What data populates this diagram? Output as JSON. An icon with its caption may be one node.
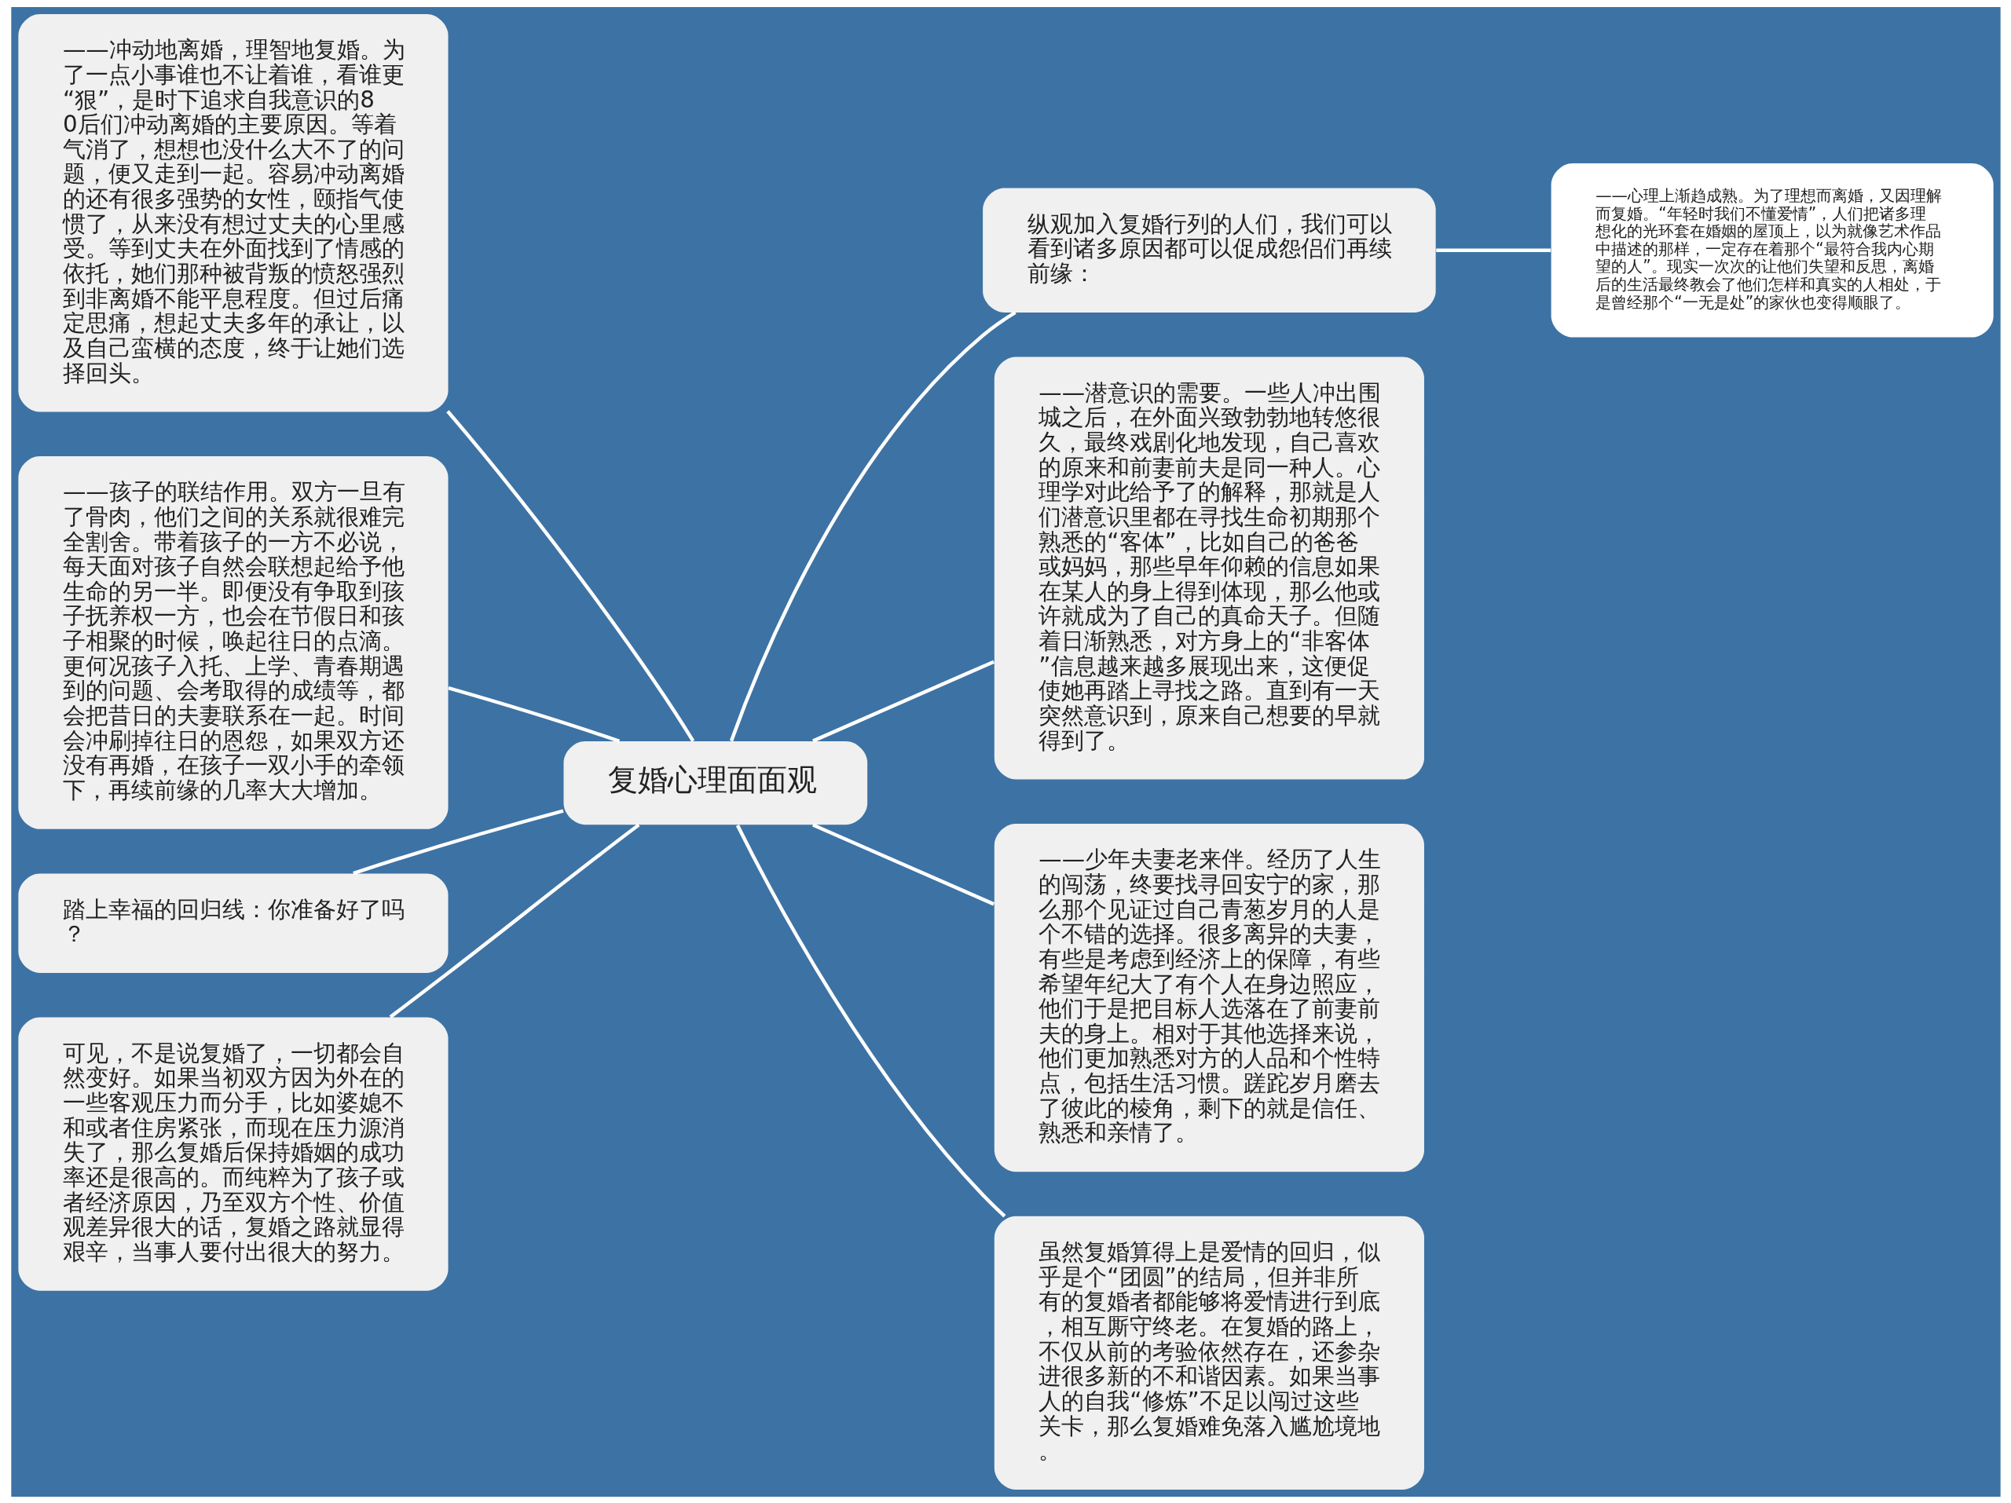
{
  "diagram": {
    "nodes": [
      {
        "text": [
          "复婚心理面面观"
        ]
      },
      {
        "text": [
          "——冲动地离婚，理智地复婚。为了一点小事谁也不让着谁，看谁更“狠”，是时下追求自我意识的80后们冲动离婚的主要原因。等着气消了，想想也没什么大不了的问题，便又走到一起。容易冲动离婚的还有很多强势的女性，颐指气使惯了，从来没有想过丈夫的心里感受。等到丈夫在外面找到了情感的依托，她们那种被背叛的愤怒强烈到非离婚不能平息程度。但过后痛定思痛，想起丈夫多年的承让，以及自己蛮横的态度，终于让她们选择回头。"
        ]
      },
      {
        "text": [
          "——孩子的联结作用。双方一旦有了骨肉，他们之间的关系就很难完全割舍。带着孩子的一方不必说，每天面对孩子自然会联想起给予他生命的另一半。即便没有争取到孩子抚养权一方，也会在节假日和孩子相聚的时候，唤起往日的点滴。更何况孩子入托、上学、青春期遇到的问题、会考取得的成绩等，都会把昔日的夫妻联系在一起。时间会冲刷掉往日的恩怨，如果双方还没有再婚，在孩子一双小手的牵领下，再续前缘的几率大大增加。"
        ]
      },
      {
        "text": [
          "踏上幸福的回归线：你准备好了吗？"
        ]
      },
      {
        "text": [
          "可见，不是说复婚了，一切都会自然变好。如果当初双方因为外在的一些客观压力而分手，比如婆媳不和或者住房紧张，而现在压力源消失了，那么复婚后保持婚姻的成功率还是很高的。而纯粹为了孩子或者经济原因，乃至双方个性、价值观差异很大的话，复婚之路就显得艰辛，当事人要付出很大的努力。"
        ]
      },
      {
        "text": [
          "纵观加入复婚行列的人们，我们可以看到诸多原因都可以促成怨侣们再续前缘："
        ]
      },
      {
        "text": [
          "——心理上渐趋成熟。为了理想而离婚，又因理解而复婚。“年轻时我们不懂爱情”，人们把诸多理想化的光环套在婚姻的屋顶上，以为就像艺术作品中描述的那样，一定存在着那个“最符合我内心期望的人”。现实一次次的让他们失望和反思，离婚后的生活最终教会了他们怎样和真实的人相处，于是曾经那个“一无是处”的家伙也变得顺眼了。"
        ]
      },
      {
        "text": [
          "——潜意识的需要。一些人冲出围城之后，在外面兴致勃勃地转悠很久，最终戏剧化地发现，自己喜欢的原来和前妻前夫是同一种人。心理学对此给予了的解释，那就是人们潜意识里都在寻找生命初期那个熟悉的“客体”，比如自己的爸爸或妈妈，那些早年仰赖的信息如果在某人的身上得到体现，那么他或许就成为了自己的真命天子。但随着日渐熟悉，对方身上的“非客体”信息越来越多展现出来，这便促使她再踏上寻找之路。直到有一天突然意识到，原来自己想要的早就得到了。"
        ]
      },
      {
        "text": [
          "——少年夫妻老来伴。经历了人生的闯荡，终要找寻回安宁的家，那么那个见证过自己青葱岁月的人是个不错的选择。很多离异的夫妻，有些是考虑到经济上的保障，有些希望年纪大了有个人在身边照应，他们于是把目标人选落在了前妻前夫的身上。相对于其他选择来说，他们更加熟悉对方的人品和个性特点，包括生活习惯。蹉跎岁月磨去了彼此的棱角，剩下的就是信任、熟悉和亲情了。"
        ]
      },
      {
        "text": [
          "虽然复婚算得上是爱情的回归，似乎是个“团圆”的结局，但并非所有的复婚者都能够将爱情进行到底，相互厮守终老。在复婚的路上，不仅从前的考验依然存在，还参杂进很多新的不和谐因素。如果当事人的自我“修炼”不足以闯过这些关卡，那么复婚难免落入尴尬境地。"
        ]
      }
    ],
    "edges": [
      {
        "from": 0,
        "to": 1,
        "arrow": "none"
      },
      {
        "from": 0,
        "to": 2,
        "arrow": "none"
      },
      {
        "from": 0,
        "to": 3,
        "arrow": "none"
      },
      {
        "from": 0,
        "to": 4,
        "arrow": "none"
      },
      {
        "from": 0,
        "to": 5,
        "arrow": "none"
      },
      {
        "from": 5,
        "to": 6,
        "arrow": "none"
      },
      {
        "from": 0,
        "to": 7,
        "arrow": "none"
      },
      {
        "from": 0,
        "to": 8,
        "arrow": "none"
      },
      {
        "from": 0,
        "to": 9,
        "arrow": "none"
      }
    ]
  }
}
